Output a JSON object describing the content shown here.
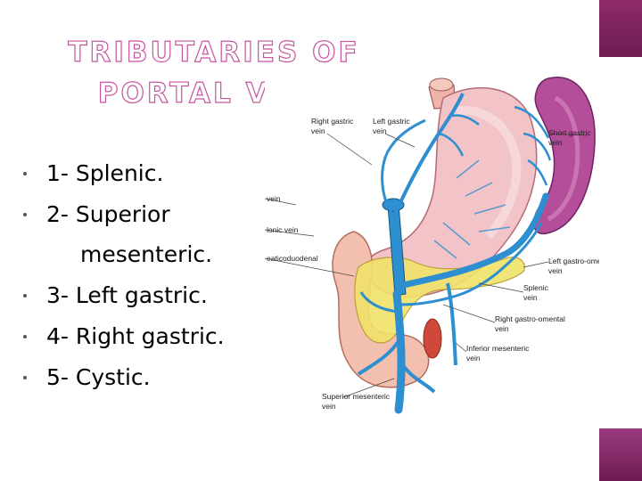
{
  "slide": {
    "title": "TRIBUTARIES OF PORTAL VEIN",
    "bullets": [
      {
        "text": "1- Splenic."
      },
      {
        "text": "2- Superior",
        "continuation": "mesenteric."
      },
      {
        "text": "3- Left gastric."
      },
      {
        "text": "4- Right gastric."
      },
      {
        "text": "5- Cystic."
      }
    ]
  },
  "diagram": {
    "labels": {
      "right_gastric_vein": [
        "Right gastric",
        "vein"
      ],
      "left_gastric_vein": [
        "Left gastric",
        "vein"
      ],
      "short_gastric_vein": [
        "Short gastric",
        "vein"
      ],
      "portal_vein_partial": "vein",
      "splenic_vein_partial": "lonic vein",
      "pancreaticoduodenal_partial": "eaticoduodenal",
      "left_gastro_omental_vein": [
        "Left gastro-omental",
        "vein"
      ],
      "splenic_vein": [
        "Splenic",
        "vein"
      ],
      "right_gastro_omental_vein": [
        "Right gastro-omental",
        "vein"
      ],
      "inferior_mesenteric_vein": [
        "Inferior mesenteric",
        "vein"
      ],
      "superior_mesenteric_vein": [
        "Superior mesenteric",
        "vein"
      ]
    },
    "colors": {
      "vein": "#2e8fd0",
      "stomach": "#f2c3c7",
      "spleen": "#b44d9a",
      "pancreas": "#f0e36a",
      "accent": "#8e2a6b"
    }
  }
}
